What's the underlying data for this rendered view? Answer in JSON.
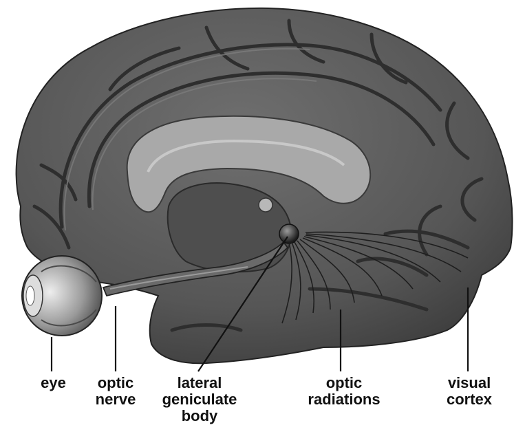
{
  "labels": {
    "eye": [
      "eye"
    ],
    "optic_nerve": [
      "optic",
      "nerve"
    ],
    "lateral_geniculate_body": [
      "lateral",
      "geniculate",
      "body"
    ],
    "optic_radiations": [
      "optic",
      "radiations"
    ],
    "visual_cortex": [
      "visual",
      "cortex"
    ]
  },
  "colors": {
    "cortex": "#5a5a5a",
    "sulci": "#2e2e2e",
    "corpus_callosum": "#a9a9a9",
    "nerve": "#6a6a6a",
    "pointer": "#111111"
  }
}
